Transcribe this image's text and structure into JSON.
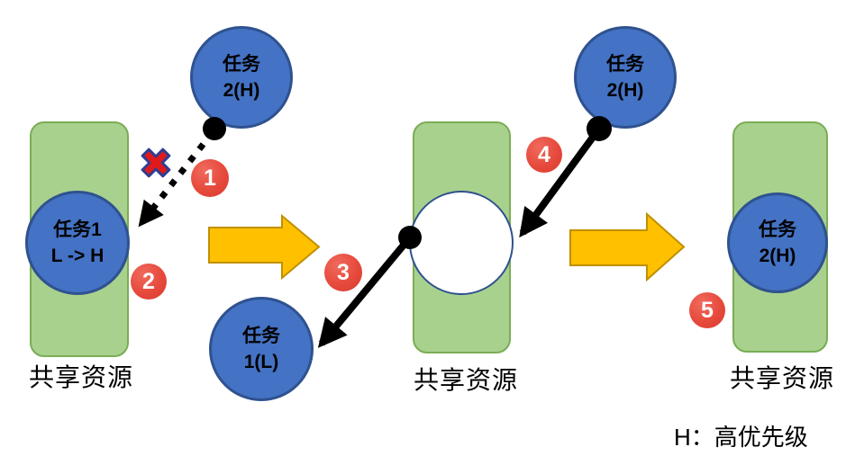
{
  "tasks": {
    "task2_top_left": {
      "line1": "任务",
      "line2": "2(H)"
    },
    "task1_in_resource": {
      "line1": "任务1",
      "line2": "L -> H"
    },
    "task1_low": {
      "line1": "任务",
      "line2": "1(L)"
    },
    "task2_top_right": {
      "line1": "任务",
      "line2": "2(H)"
    },
    "task2_in_resource": {
      "line1": "任务",
      "line2": "2(H)"
    }
  },
  "resources": {
    "left": "共享资源",
    "middle": "共享资源",
    "right": "共享资源"
  },
  "steps": {
    "badges": [
      "1",
      "2",
      "3",
      "4",
      "5"
    ]
  },
  "legend": {
    "text": "H：高优先级"
  },
  "icons": {
    "blocked_x": "✖",
    "flow_arrow": "right-block-arrow",
    "connector_dot": "black-dot"
  },
  "colors": {
    "task_fill": "#4472C4",
    "task_border": "#2F528F",
    "resource_fill": "#A9D18E",
    "resource_border": "#7AAD55",
    "flow_arrow_fill": "#FFC000",
    "flow_arrow_border": "#BF9000",
    "badge_red": "#E64A3C",
    "connector_black": "#000000",
    "x_red": "#E01A1A",
    "x_outline": "#303E90"
  }
}
